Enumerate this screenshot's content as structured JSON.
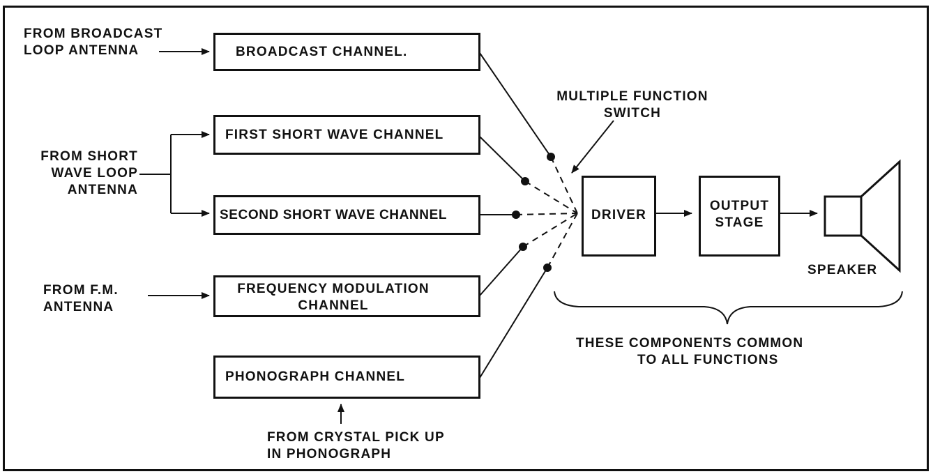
{
  "inputs": {
    "broadcast": [
      "FROM BROADCAST",
      "LOOP ANTENNA"
    ],
    "short_wave": [
      "FROM SHORT",
      "WAVE LOOP",
      "ANTENNA"
    ],
    "fm": [
      "FROM F.M.",
      "ANTENNA"
    ],
    "crystal": [
      "FROM CRYSTAL PICK UP",
      "IN PHONOGRAPH"
    ]
  },
  "channels": {
    "broadcast": [
      "BROADCAST CHANNEL."
    ],
    "first_short_wave": [
      "FIRST SHORT WAVE CHANNEL"
    ],
    "second_short_wave": [
      "SECOND SHORT WAVE CHANNEL"
    ],
    "fm": [
      "FREQUENCY MODULATION",
      "CHANNEL"
    ],
    "phonograph": [
      "PHONOGRAPH CHANNEL"
    ]
  },
  "switch_label": [
    "MULTIPLE FUNCTION",
    "SWITCH"
  ],
  "stages": {
    "driver": [
      "DRIVER"
    ],
    "output": [
      "OUTPUT",
      "STAGE"
    ]
  },
  "speaker_label": "SPEAKER",
  "common_note": [
    "THESE COMPONENTS COMMON",
    "TO ALL FUNCTIONS"
  ],
  "line_color": "#111111"
}
